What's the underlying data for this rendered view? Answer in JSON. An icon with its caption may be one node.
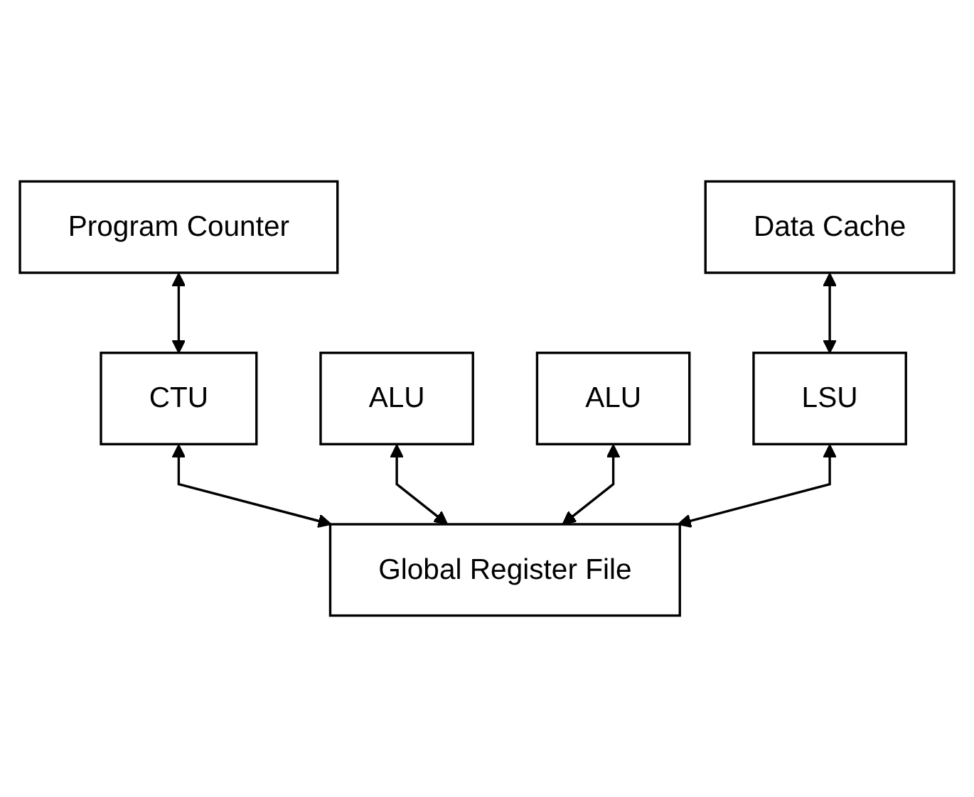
{
  "diagram": {
    "nodes": [
      {
        "text": [
          "Program Counter"
        ]
      },
      {
        "text": [
          "Data Cache"
        ]
      },
      {
        "text": [
          "CTU"
        ]
      },
      {
        "text": [
          "ALU"
        ]
      },
      {
        "text": [
          "ALU"
        ]
      },
      {
        "text": [
          "LSU"
        ]
      },
      {
        "text": [
          "Global Register File"
        ]
      }
    ],
    "edges": [
      {
        "from": 0,
        "to": 2,
        "arrow": "both"
      },
      {
        "from": 1,
        "to": 5,
        "arrow": "both"
      },
      {
        "from": 2,
        "to": 6,
        "arrow": "both"
      },
      {
        "from": 3,
        "to": 6,
        "arrow": "both"
      },
      {
        "from": 4,
        "to": 6,
        "arrow": "both"
      },
      {
        "from": 5,
        "to": 6,
        "arrow": "both"
      }
    ]
  }
}
